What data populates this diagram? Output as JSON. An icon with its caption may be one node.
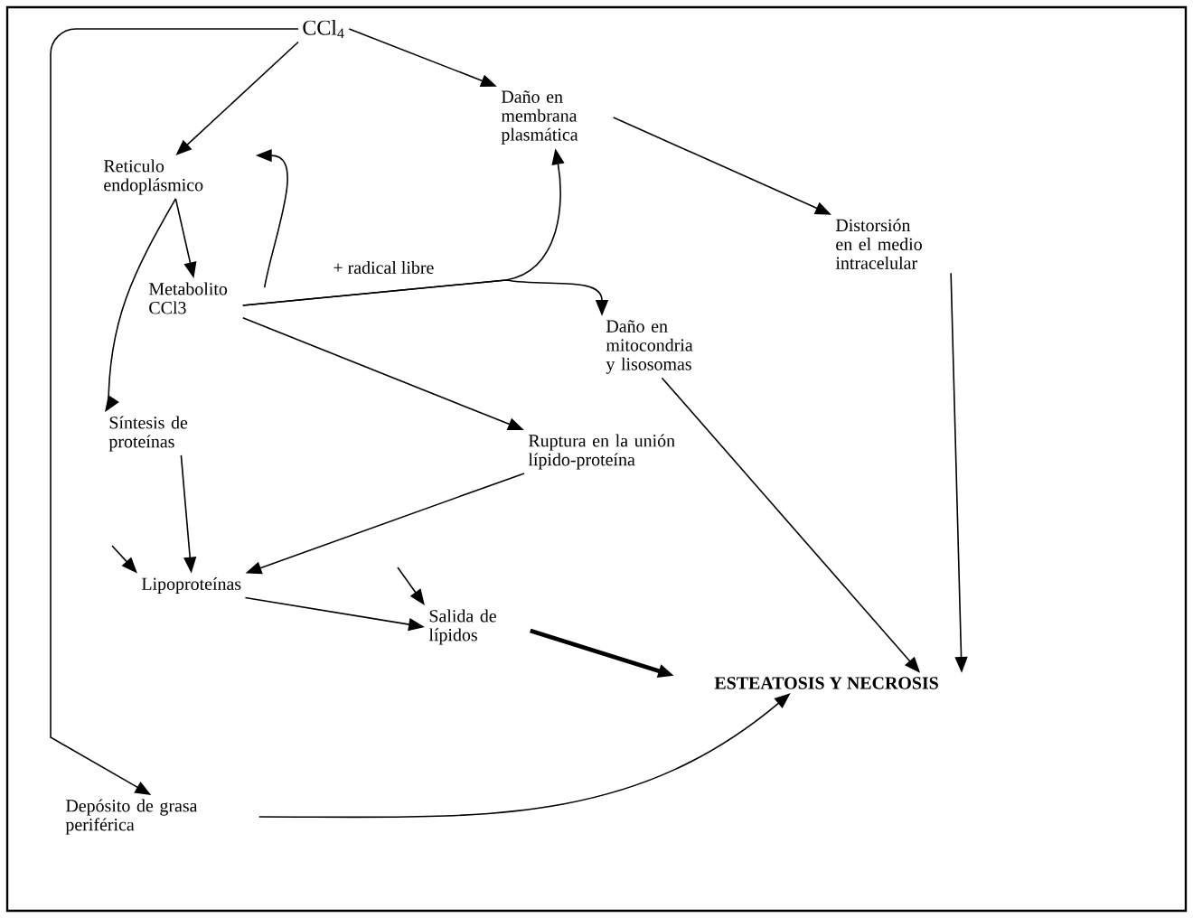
{
  "diagram": {
    "nodes": [
      {
        "text": [
          "CCl$_{4}$"
        ]
      },
      {
        "text": [
          "Reticulo endoplásmico"
        ]
      },
      {
        "text": [
          "Daño en membrana plasmática"
        ]
      },
      {
        "text": [
          "Metabolito CCl3"
        ]
      },
      {
        "text": [
          "Distorsión en el medio intracelular"
        ]
      },
      {
        "text": [
          "Daño en mitocondria y lisosomas"
        ]
      },
      {
        "text": [
          "Síntesis de proteínas"
        ]
      },
      {
        "text": [
          "Ruptura en la unión lípido-proteína"
        ]
      },
      {
        "text": [
          "Lipoproteínas"
        ]
      },
      {
        "text": [
          "Salida de lípidos"
        ]
      },
      {
        "text": [
          "ESTEATOSIS Y NECROSIS"
        ]
      },
      {
        "text": [
          "Depósito de grasa periférica"
        ]
      }
    ],
    "edges": [
      {
        "from": 0,
        "to": 1,
        "arrow": "to"
      },
      {
        "from": 0,
        "to": 2,
        "arrow": "to"
      },
      {
        "from": 0,
        "to": 11,
        "arrow": "to"
      },
      {
        "from": 1,
        "to": 3,
        "arrow": "to"
      },
      {
        "from": 1,
        "to": 6,
        "arrow": "to"
      },
      {
        "from": 3,
        "to": 1,
        "arrow": "to"
      },
      {
        "from": 3,
        "to": 2,
        "arrow": "to",
        "label": "+ radical libre"
      },
      {
        "from": 3,
        "to": 5,
        "arrow": "to"
      },
      {
        "from": 2,
        "to": 4,
        "arrow": "to"
      },
      {
        "from": 3,
        "to": 7,
        "arrow": "to"
      },
      {
        "from": 6,
        "to": 8,
        "arrow": "to"
      },
      {
        "from": 7,
        "to": 8,
        "arrow": "to"
      },
      {
        "from": 8,
        "to": 9,
        "arrow": "to"
      },
      {
        "from": 9,
        "to": 10,
        "arrow": "to",
        "style": "thick"
      },
      {
        "from": 5,
        "to": 10,
        "arrow": "to"
      },
      {
        "from": 4,
        "to": 10,
        "arrow": "to"
      },
      {
        "from": 11,
        "to": 10,
        "arrow": "to"
      },
      {
        "from": null,
        "to": 8,
        "arrow": "to"
      },
      {
        "from": null,
        "to": 9,
        "arrow": "to"
      }
    ]
  }
}
